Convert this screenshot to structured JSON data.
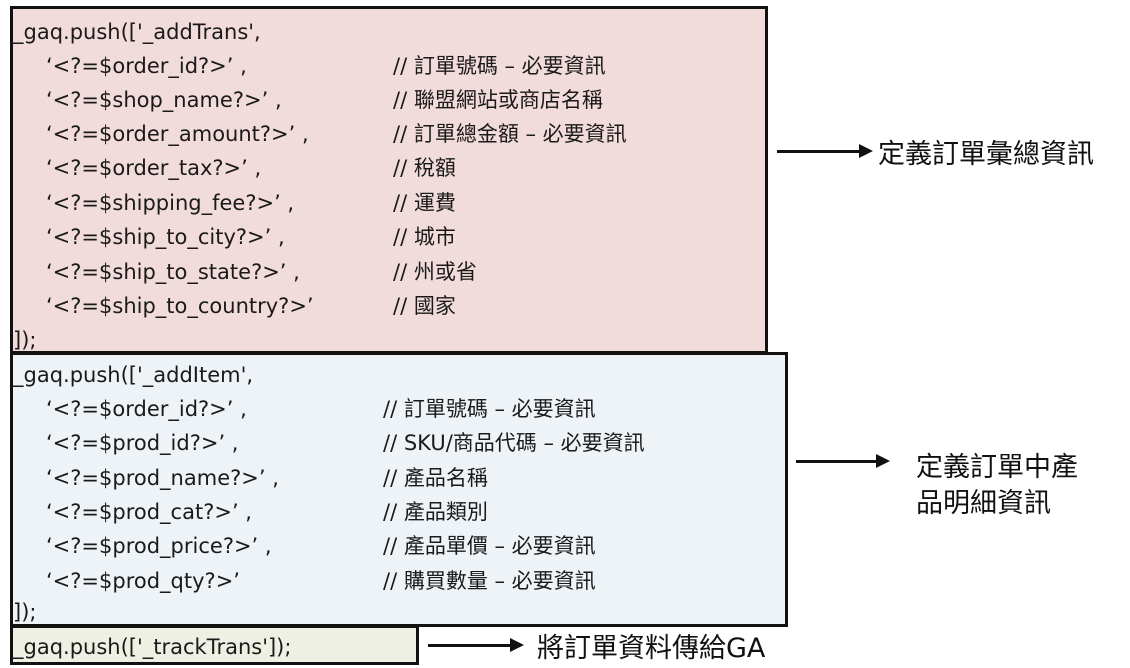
{
  "trans_block": {
    "open": "_gaq.push(['_addTrans',",
    "lines": [
      {
        "code": "‘<?=$order_id?>’ ,",
        "comment": "// 訂單號碼 – 必要資訊"
      },
      {
        "code": "‘<?=$shop_name?>’ ,",
        "comment": "// 聯盟網站或商店名稱"
      },
      {
        "code": "‘<?=$order_amount?>’ ,",
        "comment": "// 訂單總金額 – 必要資訊"
      },
      {
        "code": "‘<?=$order_tax?>’ ,",
        "comment": "// 稅額"
      },
      {
        "code": "‘<?=$shipping_fee?>’ ,",
        "comment": "// 運費"
      },
      {
        "code": "‘<?=$ship_to_city?>’ ,",
        "comment": "// 城市"
      },
      {
        "code": "‘<?=$ship_to_state?>’ ,",
        "comment": "// 州或省"
      },
      {
        "code": "‘<?=$ship_to_country?>’",
        "comment": "// 國家"
      }
    ],
    "close": "]);",
    "annotation": "定義訂單彙總資訊"
  },
  "item_block": {
    "open": "_gaq.push(['_addItem',",
    "lines": [
      {
        "code": "‘<?=$order_id?>’ ,",
        "comment": "// 訂單號碼 – 必要資訊"
      },
      {
        "code": "‘<?=$prod_id?>’ ,",
        "comment": "// SKU/商品代碼 – 必要資訊"
      },
      {
        "code": "‘<?=$prod_name?>’ ,",
        "comment": "// 產品名稱"
      },
      {
        "code": "‘<?=$prod_cat?>’ ,",
        "comment": "// 產品類別"
      },
      {
        "code": "‘<?=$prod_price?>’ ,",
        "comment": "// 產品單價 – 必要資訊"
      },
      {
        "code": "‘<?=$prod_qty?>’",
        "comment": "// 購買數量 – 必要資訊"
      }
    ],
    "close": "]);",
    "annotation_line1": "定義訂單中產",
    "annotation_line2": "品明細資訊"
  },
  "track_block": {
    "code": "_gaq.push(['_trackTrans']);",
    "annotation": "將訂單資料傳給GA"
  },
  "colors": {
    "trans_bg": "#f2dcdb",
    "item_bg": "#eef3f7",
    "track_bg": "#eef0e4",
    "border": "#111111"
  }
}
